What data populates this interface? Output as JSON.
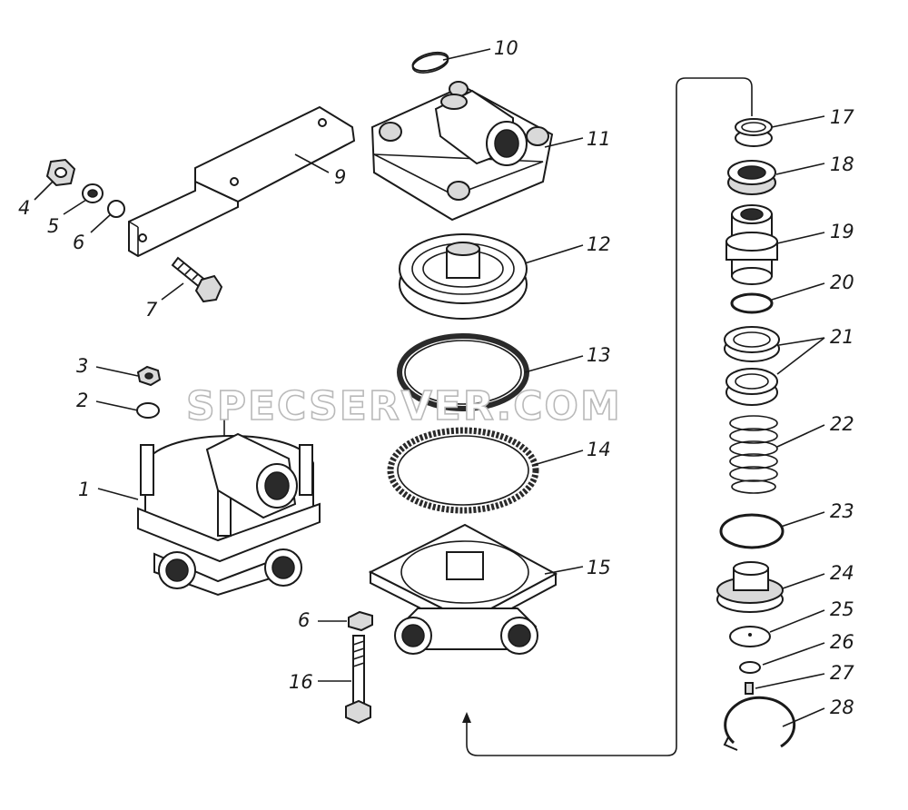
{
  "watermark": "SPECSERVER.COM",
  "callouts": [
    "1",
    "2",
    "3",
    "4",
    "5",
    "6",
    "6",
    "7",
    "9",
    "10",
    "11",
    "12",
    "13",
    "14",
    "15",
    "16",
    "17",
    "18",
    "19",
    "20",
    "21",
    "22",
    "23",
    "24",
    "25",
    "26",
    "27",
    "28"
  ]
}
